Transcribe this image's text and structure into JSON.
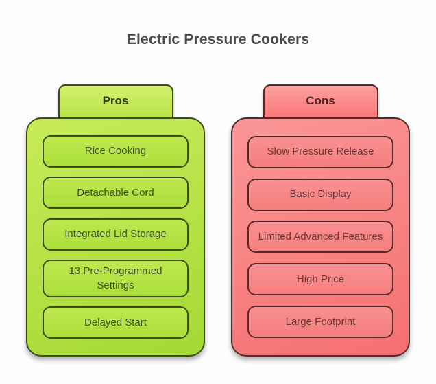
{
  "title": "Electric Pressure Cookers",
  "background_color": "#fdfdfd",
  "title_color": "#4b4b4b",
  "columns": [
    {
      "id": "pros",
      "header": "Pros",
      "items": [
        "Rice Cooking",
        "Detachable Cord",
        "Integrated Lid Storage",
        "13 Pre-Programmed Settings",
        "Delayed Start"
      ],
      "theme": {
        "tab1": "#d3f06d",
        "tab2": "#b4e142",
        "panel1": "#c7eb58",
        "panel2": "#a4d934",
        "item1": "#bde84f",
        "item2": "#abdf3b",
        "border": "#3d4b1e",
        "headerText": "#2f3c15",
        "itemText": "#42502a"
      }
    },
    {
      "id": "cons",
      "header": "Cons",
      "items": [
        "Slow Pressure Release",
        "Basic Display",
        "Limited Advanced Features",
        "High Price",
        "Large Footprint"
      ],
      "theme": {
        "tab1": "#fd9f9f",
        "tab2": "#f87272",
        "panel1": "#fb9696",
        "panel2": "#f57070",
        "item1": "#f99090",
        "item2": "#f67e7e",
        "border": "#542b2b",
        "headerText": "#522525",
        "itemText": "#6b3939"
      }
    }
  ]
}
